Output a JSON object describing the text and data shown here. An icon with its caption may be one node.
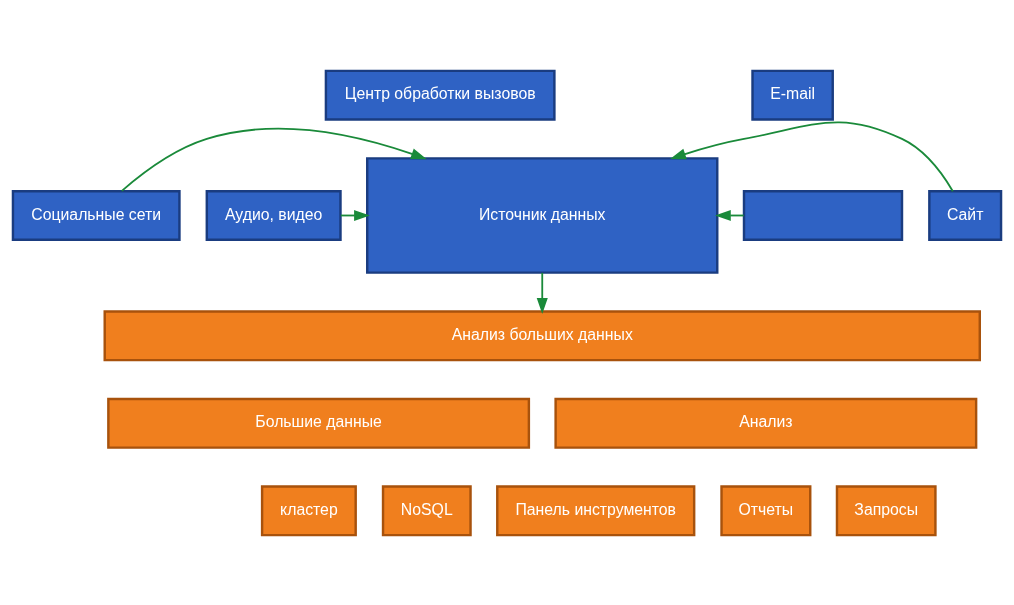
{
  "diagram": {
    "nodes": [
      {
        "text": [
          "Центр обработки вызовов"
        ]
      },
      {
        "text": [
          "E-mail"
        ]
      },
      {
        "text": [
          "Социальные сети"
        ]
      },
      {
        "text": [
          "Источник данных"
        ]
      },
      {
        "text": [],
        "shape": "box"
      },
      {
        "text": [
          "Аудио, видео"
        ]
      },
      {
        "text": [
          "Сайт"
        ]
      },
      {
        "text": [
          "Анализ больших данных"
        ]
      },
      {
        "text": [
          "Большие данные"
        ]
      },
      {
        "text": [
          "Анализ"
        ]
      },
      {
        "text": [
          "кластер"
        ]
      },
      {
        "text": [
          "NoSQL"
        ]
      },
      {
        "text": [
          "Панель инструментов"
        ]
      },
      {
        "text": [
          "Отчеты"
        ]
      },
      {
        "text": [
          "Запросы"
        ]
      }
    ],
    "edges": [
      {
        "from": 2,
        "to": 3,
        "arrow": "to"
      },
      {
        "from": 5,
        "to": 3,
        "arrow": "to"
      },
      {
        "from": 4,
        "to": 3,
        "arrow": "to"
      },
      {
        "from": 6,
        "to": 3,
        "arrow": "to"
      },
      {
        "from": 3,
        "to": 7,
        "arrow": "to"
      }
    ]
  }
}
